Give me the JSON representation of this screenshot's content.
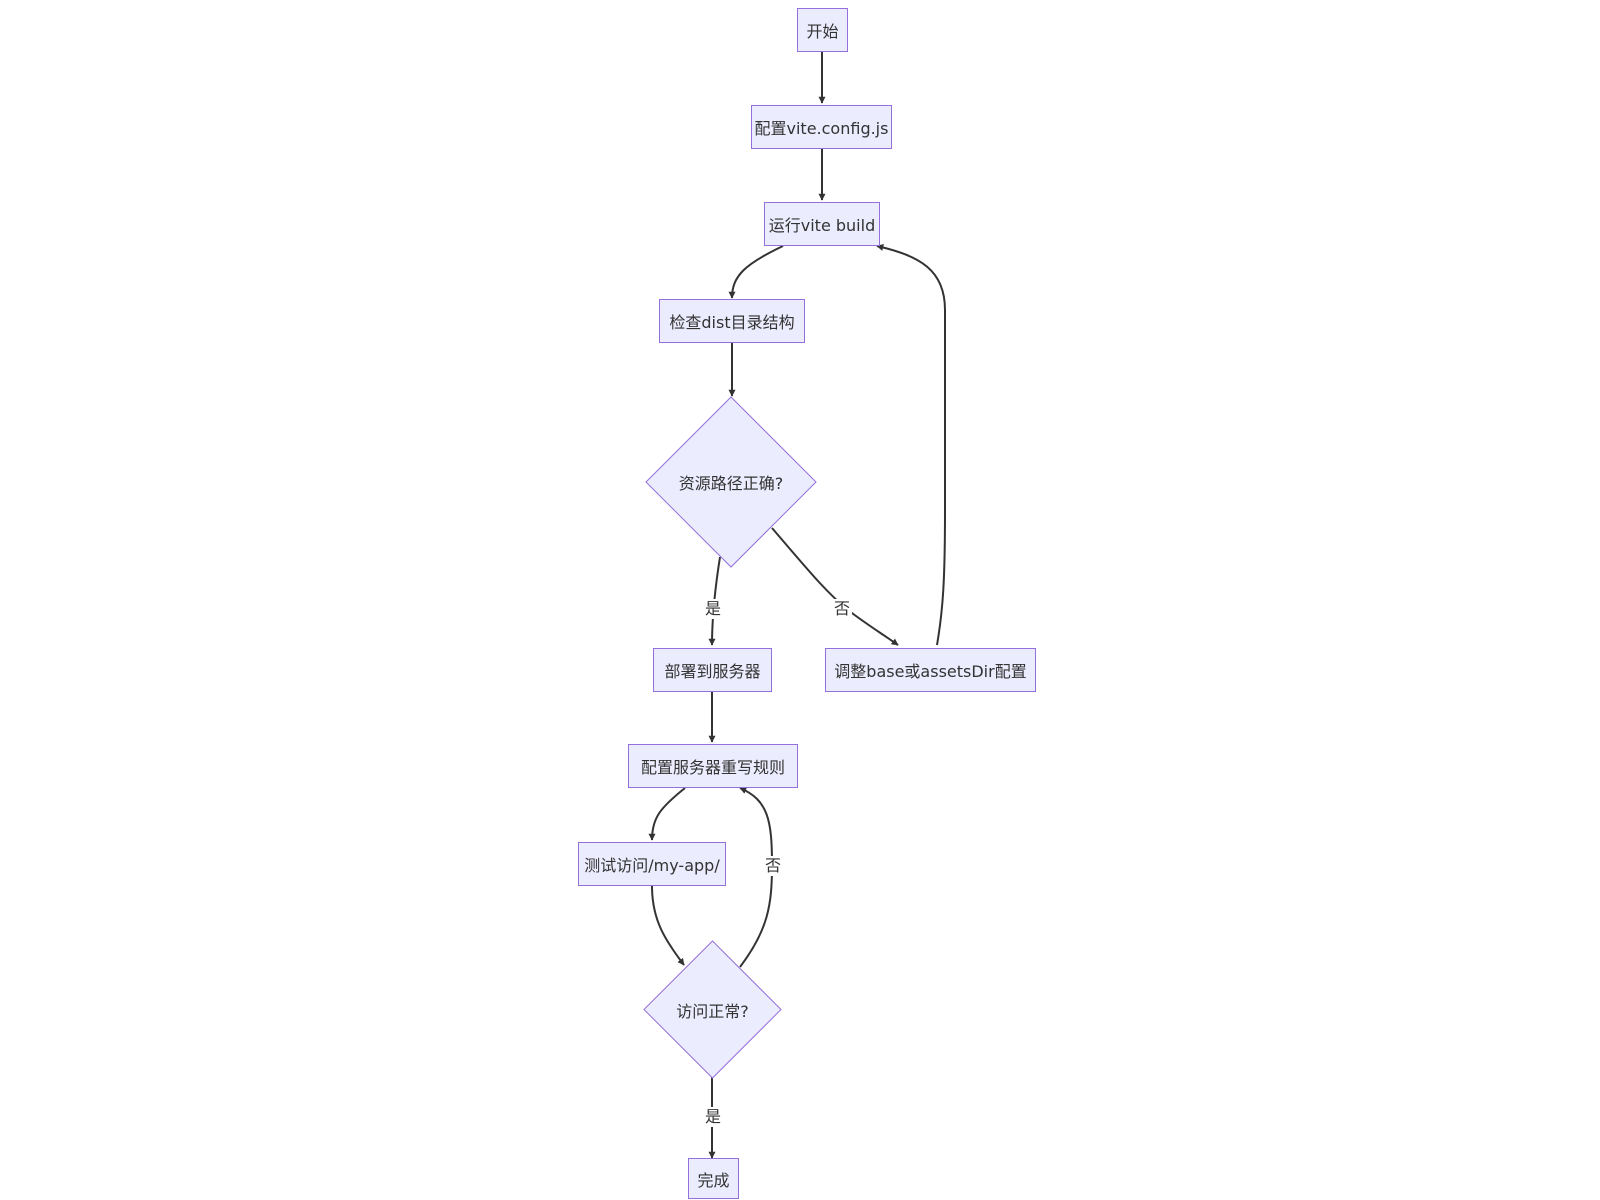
{
  "colors": {
    "node_fill": "#ececff",
    "node_border": "#9370db",
    "edge": "#333333",
    "text": "#333333"
  },
  "nodes": {
    "start": "开始",
    "config_vite": "配置vite.config.js",
    "run_build": "运行vite build",
    "check_dist": "检查dist目录结构",
    "path_correct": "资源路径正确?",
    "adjust_base": "调整base或assetsDir配置",
    "deploy": "部署到服务器",
    "rewrite_rules": "配置服务器重写规则",
    "test_access": "测试访问/my-app/",
    "access_ok": "访问正常?",
    "done": "完成"
  },
  "edges": {
    "path_yes": "是",
    "path_no": "否",
    "access_no": "否",
    "access_yes": "是"
  }
}
